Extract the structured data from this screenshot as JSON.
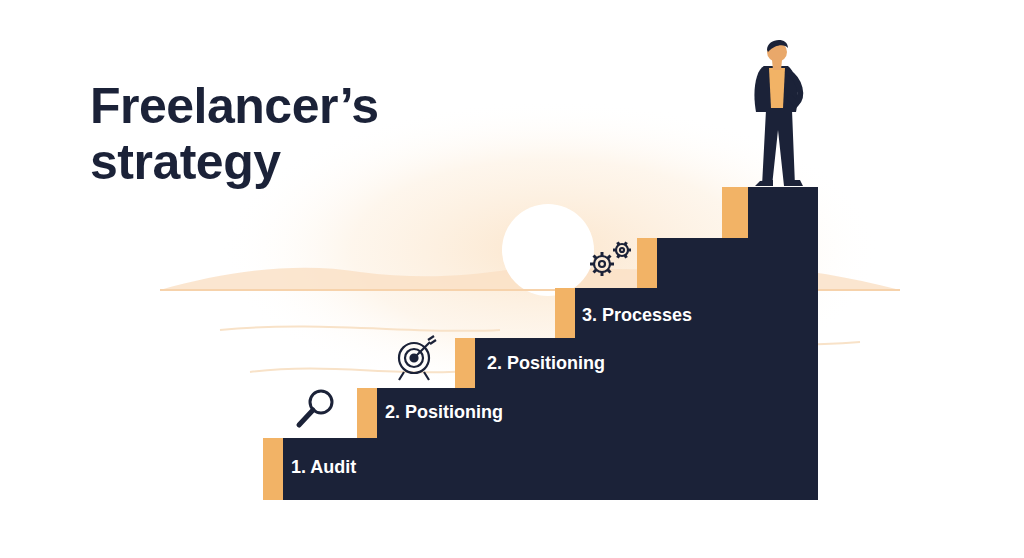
{
  "diagram": {
    "title": "Freelancer’s strategy",
    "nodes": [
      {
        "text": [
          "1. Audit"
        ]
      },
      {
        "text": [
          "2. Positioning"
        ]
      },
      {
        "text": [
          "2. Positioning"
        ]
      },
      {
        "text": [
          "3. Processes"
        ]
      }
    ]
  }
}
